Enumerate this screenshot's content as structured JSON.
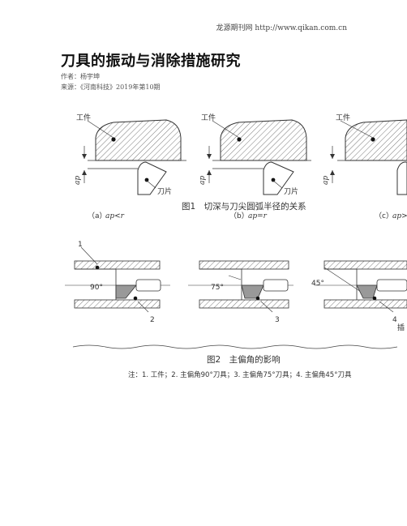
{
  "header": {
    "source_line": "龙源期刊网 http://www.qikan.com.cn"
  },
  "article": {
    "title": "刀具的振动与消除措施研究",
    "author_line": "作者：杨宇坤",
    "source_line": "来源：《河南科技》2019年第10期"
  },
  "figure1": {
    "caption": "图1　切深与刀尖圆弧半径的关系",
    "label_workpiece": "工件",
    "label_insert": "刀片",
    "axis_label": "ap",
    "panels": [
      {
        "tag": "（a）",
        "cond": "ap<r"
      },
      {
        "tag": "（b）",
        "cond": "ap=r"
      },
      {
        "tag": "（c）",
        "cond": "ap>"
      }
    ]
  },
  "figure2": {
    "caption": "图2　主偏角的影响",
    "note": "注：1. 工件；2. 主偏角90°刀具；3. 主偏角75°刀具；4. 主偏角45°刀具",
    "panels": [
      {
        "angle": "90°",
        "callout": "2"
      },
      {
        "angle": "75°",
        "callout": "3"
      },
      {
        "angle": "45°",
        "callout": "4"
      }
    ],
    "callout_1": "1",
    "cutoff_text": "插"
  }
}
